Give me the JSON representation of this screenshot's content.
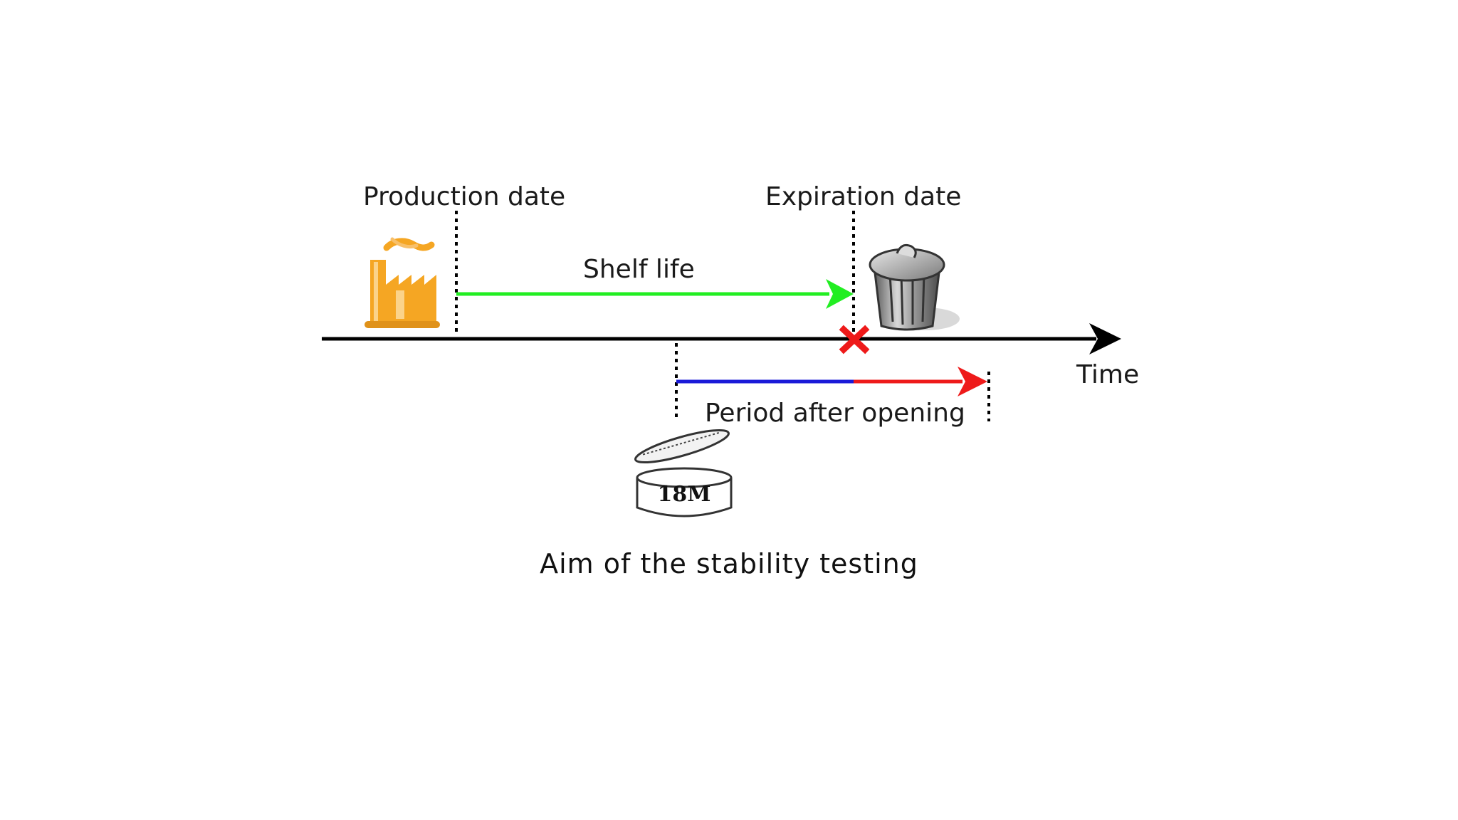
{
  "labels": {
    "production_date": "Production date",
    "expiration_date": "Expiration date",
    "shelf_life": "Shelf life",
    "time": "Time",
    "period_after_opening": "Period after opening",
    "pao_symbol": "18M"
  },
  "caption": "Aim of the stability testing",
  "colors": {
    "timeline": "#000000",
    "shelf_life_arrow": "#22ee22",
    "pao_opened_segment": "#1a1ad8",
    "pao_expired_segment": "#ee1a1a",
    "expiration_mark": "#ee1a1a",
    "factory": "#f5a623"
  },
  "icons": {
    "production": "factory-icon",
    "expiration": "trash-can-icon",
    "opening": "open-jar-icon",
    "expiry_marker": "cross-mark-icon"
  }
}
